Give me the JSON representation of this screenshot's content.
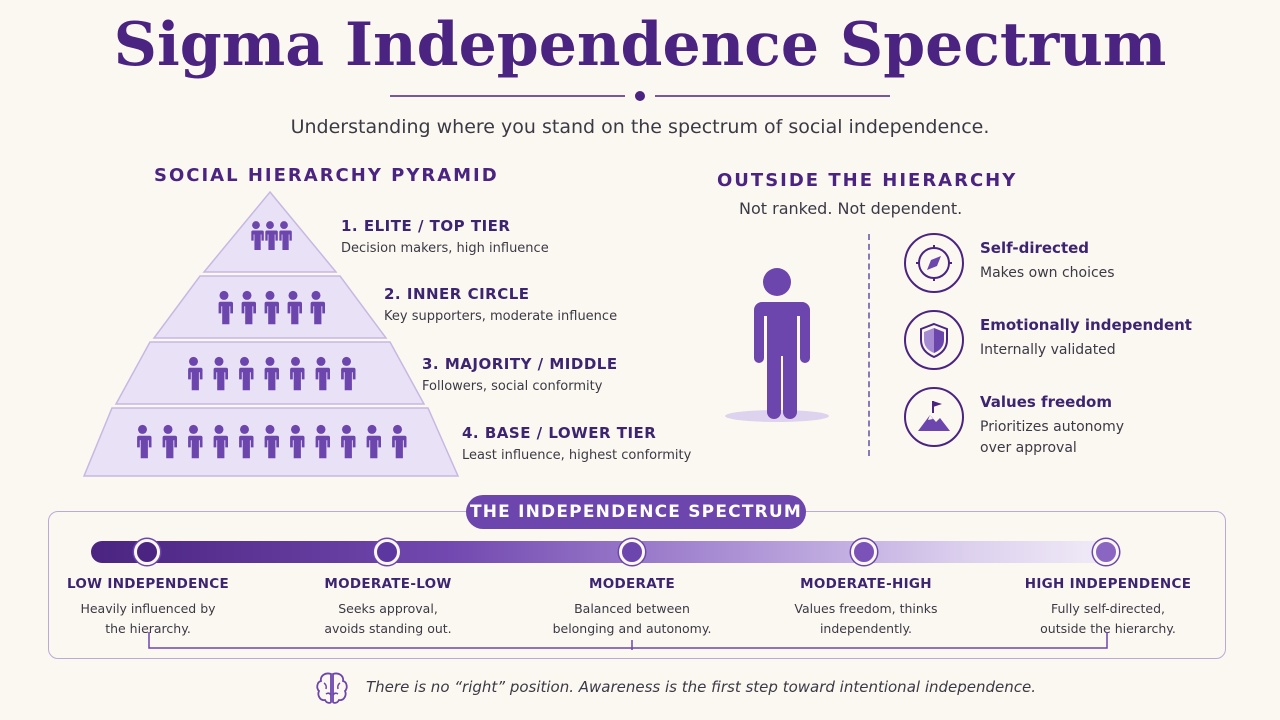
{
  "header": {
    "title": "Sigma Independence Spectrum",
    "subtitle": "Understanding where you stand on the spectrum of social independence."
  },
  "pyramid": {
    "heading": "SOCIAL HIERARCHY PYRAMID",
    "tiers": [
      {
        "label": "1. ELITE / TOP TIER",
        "desc": "Decision makers, high influence",
        "people": 3
      },
      {
        "label": "2. INNER CIRCLE",
        "desc": "Key supporters, moderate influence",
        "people": 5
      },
      {
        "label": "3. MAJORITY / MIDDLE",
        "desc": "Followers, social conformity",
        "people": 7
      },
      {
        "label": "4. BASE / LOWER TIER",
        "desc": "Least influence, highest conformity",
        "people": 11
      }
    ]
  },
  "outside": {
    "heading": "OUTSIDE THE HIERARCHY",
    "subheading": "Not ranked. Not dependent.",
    "figure_icon": "person-icon",
    "traits": [
      {
        "icon": "compass-icon",
        "title": "Self-directed",
        "desc": "Makes own choices"
      },
      {
        "icon": "shield-icon",
        "title": "Emotionally independent",
        "desc": "Internally validated"
      },
      {
        "icon": "mountain-flag-icon",
        "title": "Values freedom",
        "desc_lines": [
          "Prioritizes autonomy",
          "over approval"
        ]
      }
    ]
  },
  "spectrum": {
    "heading": "THE INDEPENDENCE SPECTRUM",
    "stops": [
      {
        "label": "LOW INDEPENDENCE",
        "desc_lines": [
          "Heavily influenced by",
          "the hierarchy."
        ]
      },
      {
        "label": "MODERATE-LOW",
        "desc_lines": [
          "Seeks approval,",
          "avoids standing out."
        ]
      },
      {
        "label": "MODERATE",
        "desc_lines": [
          "Balanced between",
          "belonging and autonomy."
        ]
      },
      {
        "label": "MODERATE-HIGH",
        "desc_lines": [
          "Values freedom, thinks",
          "independently."
        ]
      },
      {
        "label": "HIGH INDEPENDENCE",
        "desc_lines": [
          "Fully self-directed,",
          "outside the hierarchy."
        ]
      }
    ],
    "colors": {
      "dark": "#4a2480",
      "mid": "#7249b0",
      "light": "#f3eef8"
    }
  },
  "footer": {
    "icon": "brain-icon",
    "note": "There is no “right” position. Awareness is the first step toward intentional independence."
  },
  "colors": {
    "accent": "#4a2480",
    "accent_mid": "#6c45ad",
    "pyramid_fill": "#e9e1f5",
    "background": "#fbf8f1"
  }
}
